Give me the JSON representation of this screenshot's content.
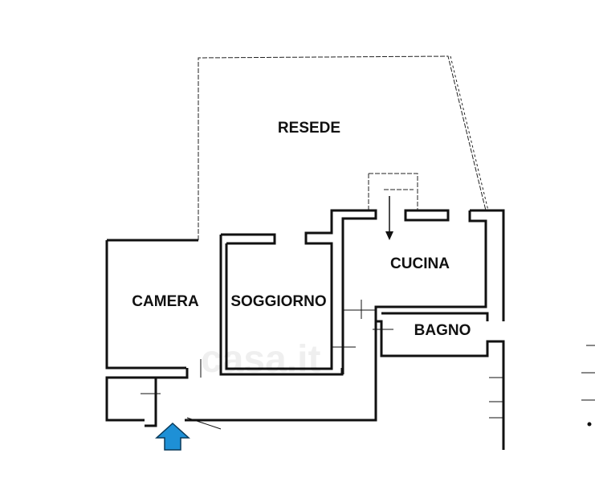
{
  "rooms": {
    "resede": "RESEDE",
    "cucina": "CUCINA",
    "camera": "CAMERA",
    "soggiorno": "SOGGIORNO",
    "bagno": "BAGNO"
  },
  "watermark": "casa.it",
  "colors": {
    "entrance_arrow": "#1e90d6",
    "walls": "#111111"
  }
}
